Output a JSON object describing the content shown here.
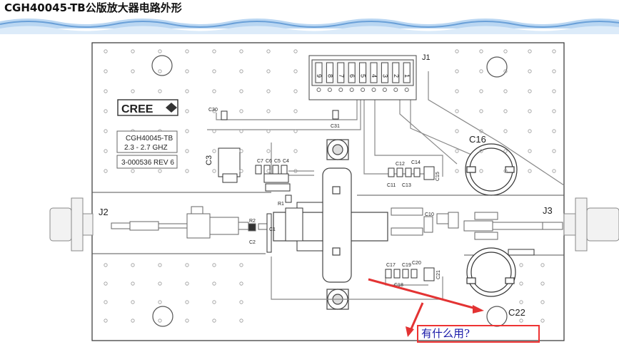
{
  "title": "CGH40045-TB公版放大器电路外形",
  "board": {
    "logo": "CREE",
    "part_number": "CGH40045-TB",
    "frequency": "2.3 - 2.7 GHZ",
    "revision": "3-000536 REV 6"
  },
  "connectors": {
    "j1": "J1",
    "j2": "J2",
    "j3": "J3",
    "j1_pins": [
      "9",
      "8",
      "7",
      "6",
      "5",
      "4",
      "3",
      "2",
      "1"
    ]
  },
  "components": {
    "c1": "C1",
    "c2": "C2",
    "c3": "C3",
    "c4": "C4",
    "c5": "C5",
    "c6": "C6",
    "c7": "C7",
    "c10": "C10",
    "c11": "C11",
    "c12": "C12",
    "c13": "C13",
    "c14": "C14",
    "c15": "C15",
    "c16": "C16",
    "c17": "C17",
    "c18": "C18",
    "c19": "C19",
    "c20": "C20",
    "c21": "C21",
    "c22": "C22",
    "c30": "C30",
    "c31": "C31",
    "r1": "R1",
    "r2": "R2"
  },
  "annotation": {
    "question": "有什么用?"
  },
  "colors": {
    "annotation_red": "#e33333",
    "annotation_text": "#1a1aa8",
    "wave_blue": "#6aa0d8"
  }
}
